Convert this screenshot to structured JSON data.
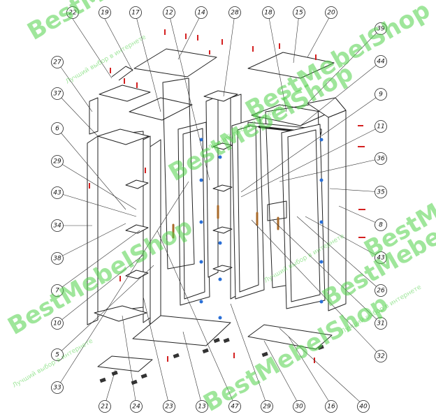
{
  "watermark": {
    "brand": "BestMebelShop",
    "tagline": "Лучший выбор в интернете",
    "color": "#52d24a"
  },
  "diagram": {
    "line_color": "#222222",
    "accent_color": "#d42020",
    "hinge_color": "#2a6fd6",
    "handle_color": "#a86a2a",
    "callouts": [
      {
        "id": "c-top-1",
        "label": "22"
      },
      {
        "id": "c-top-2",
        "label": "19"
      },
      {
        "id": "c-top-3",
        "label": "17"
      },
      {
        "id": "c-top-4",
        "label": "12"
      },
      {
        "id": "c-top-5",
        "label": "14"
      },
      {
        "id": "c-top-6",
        "label": "28"
      },
      {
        "id": "c-top-7",
        "label": "18"
      },
      {
        "id": "c-top-8",
        "label": "15"
      },
      {
        "id": "c-top-9",
        "label": "20"
      },
      {
        "id": "c-left-1",
        "label": "27"
      },
      {
        "id": "c-left-2",
        "label": "37"
      },
      {
        "id": "c-left-3",
        "label": "6"
      },
      {
        "id": "c-left-4",
        "label": "29"
      },
      {
        "id": "c-left-5",
        "label": "43"
      },
      {
        "id": "c-left-6",
        "label": "34"
      },
      {
        "id": "c-left-7",
        "label": "38"
      },
      {
        "id": "c-left-8",
        "label": "7"
      },
      {
        "id": "c-left-9",
        "label": "10"
      },
      {
        "id": "c-left-10",
        "label": "5"
      },
      {
        "id": "c-left-11",
        "label": "33"
      },
      {
        "id": "c-right-1",
        "label": "39"
      },
      {
        "id": "c-right-2",
        "label": "44"
      },
      {
        "id": "c-right-3",
        "label": "9"
      },
      {
        "id": "c-right-4",
        "label": "11"
      },
      {
        "id": "c-right-5",
        "label": "36"
      },
      {
        "id": "c-right-6",
        "label": "35"
      },
      {
        "id": "c-right-7",
        "label": "8"
      },
      {
        "id": "c-right-8",
        "label": "43"
      },
      {
        "id": "c-right-9",
        "label": "26"
      },
      {
        "id": "c-right-10",
        "label": "31"
      },
      {
        "id": "c-right-11",
        "label": "32"
      },
      {
        "id": "c-bot-1",
        "label": "21"
      },
      {
        "id": "c-bot-2",
        "label": "24"
      },
      {
        "id": "c-bot-3",
        "label": "23"
      },
      {
        "id": "c-bot-4",
        "label": "13"
      },
      {
        "id": "c-bot-5",
        "label": "47"
      },
      {
        "id": "c-bot-6",
        "label": "29"
      },
      {
        "id": "c-bot-7",
        "label": "30"
      },
      {
        "id": "c-bot-8",
        "label": "16"
      },
      {
        "id": "c-bot-9",
        "label": "40"
      }
    ]
  }
}
